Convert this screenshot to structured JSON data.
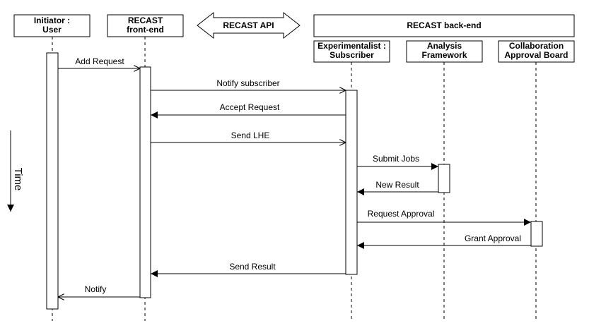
{
  "participants": {
    "user": {
      "line1": "Initiator :",
      "line2": "User"
    },
    "frontend": {
      "line1": "RECAST",
      "line2": "front-end"
    },
    "api": {
      "label": "RECAST API"
    },
    "backend": {
      "label": "RECAST back-end"
    },
    "subscriber": {
      "line1": "Experimentalist :",
      "line2": "Subscriber"
    },
    "framework": {
      "line1": "Analysis",
      "line2": "Framework"
    },
    "board": {
      "line1": "Collaboration",
      "line2": "Approval Board"
    }
  },
  "messages": {
    "add_request": "Add Request",
    "notify_subscriber": "Notify subscriber",
    "accept_request": "Accept Request",
    "send_lhe": "Send LHE",
    "submit_jobs": "Submit Jobs",
    "new_result": "New Result",
    "request_approval": "Request  Approval",
    "grant_approval": "Grant  Approval",
    "send_result": "Send Result",
    "notify": "Notify"
  },
  "time_axis": {
    "label": "Time"
  }
}
